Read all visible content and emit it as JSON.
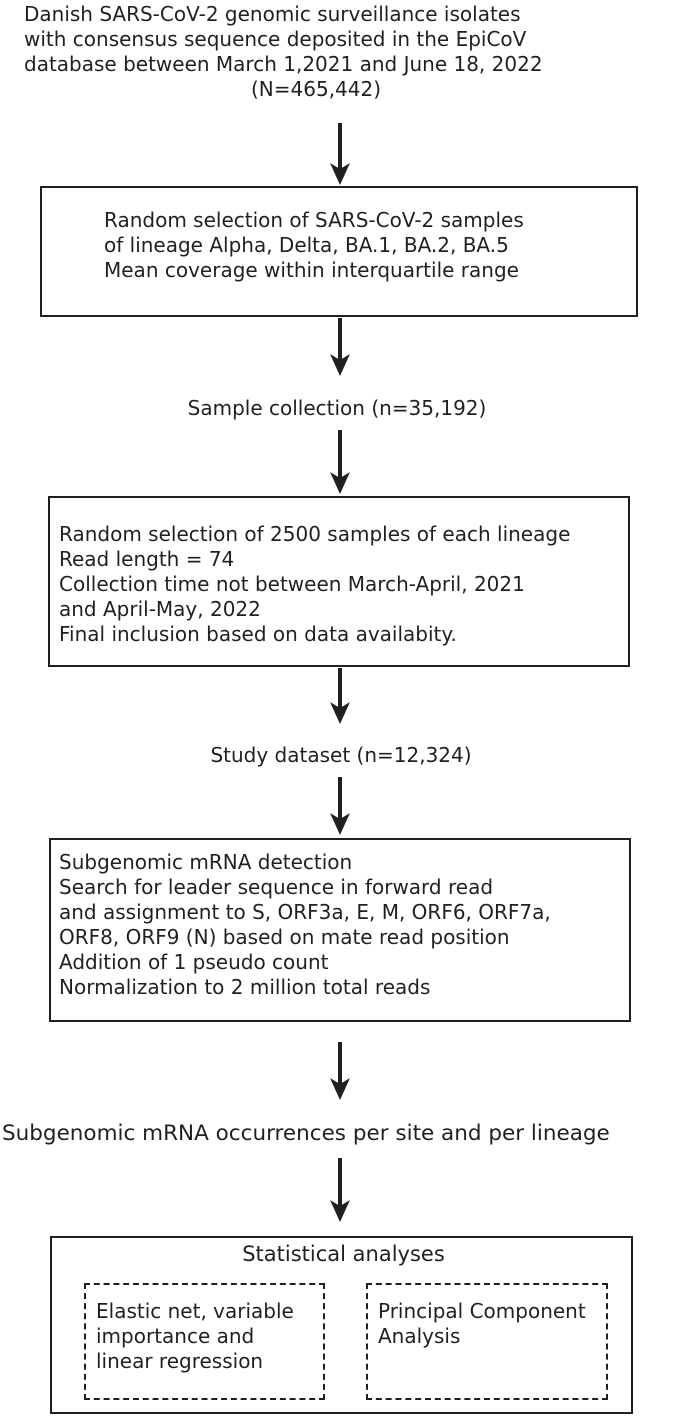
{
  "header": {
    "lines": [
      "Danish SARS-CoV-2 genomic surveillance isolates",
      "with consensus sequence deposited in the EpiCoV",
      "database between March 1,2021 and June 18, 2022",
      "(N=465,442)"
    ]
  },
  "box1": {
    "lines": [
      "Random selection of SARS-CoV-2 samples",
      "of lineage Alpha, Delta, BA.1, BA.2, BA.5",
      "Mean coverage within interquartile range"
    ]
  },
  "step_sample_collection": "Sample collection (n=35,192)",
  "box2": {
    "lines": [
      "Random selection of 2500 samples of each lineage",
      "Read length = 74",
      "Collection time not between March-April, 2021",
      "and April-May, 2022",
      "Final inclusion based on data availabity."
    ]
  },
  "step_study_dataset": "Study dataset (n=12,324)",
  "box3": {
    "lines": [
      "Subgenomic mRNA detection",
      "Search for leader sequence in forward read",
      "and assignment to S, ORF3a, E, M, ORF6, ORF7a,",
      "ORF8, ORF9 (N) based on mate read position",
      "Addition of 1 pseudo count",
      "Normalization to 2 million total reads"
    ]
  },
  "step_occurrences": "Subgenomic mRNA occurrences per site and per lineage",
  "box4": {
    "title": "Statistical analyses",
    "left_lines": [
      "Elastic net, variable",
      "importance and",
      "linear regression"
    ],
    "right_lines": [
      "Principal Component",
      "Analysis"
    ]
  }
}
